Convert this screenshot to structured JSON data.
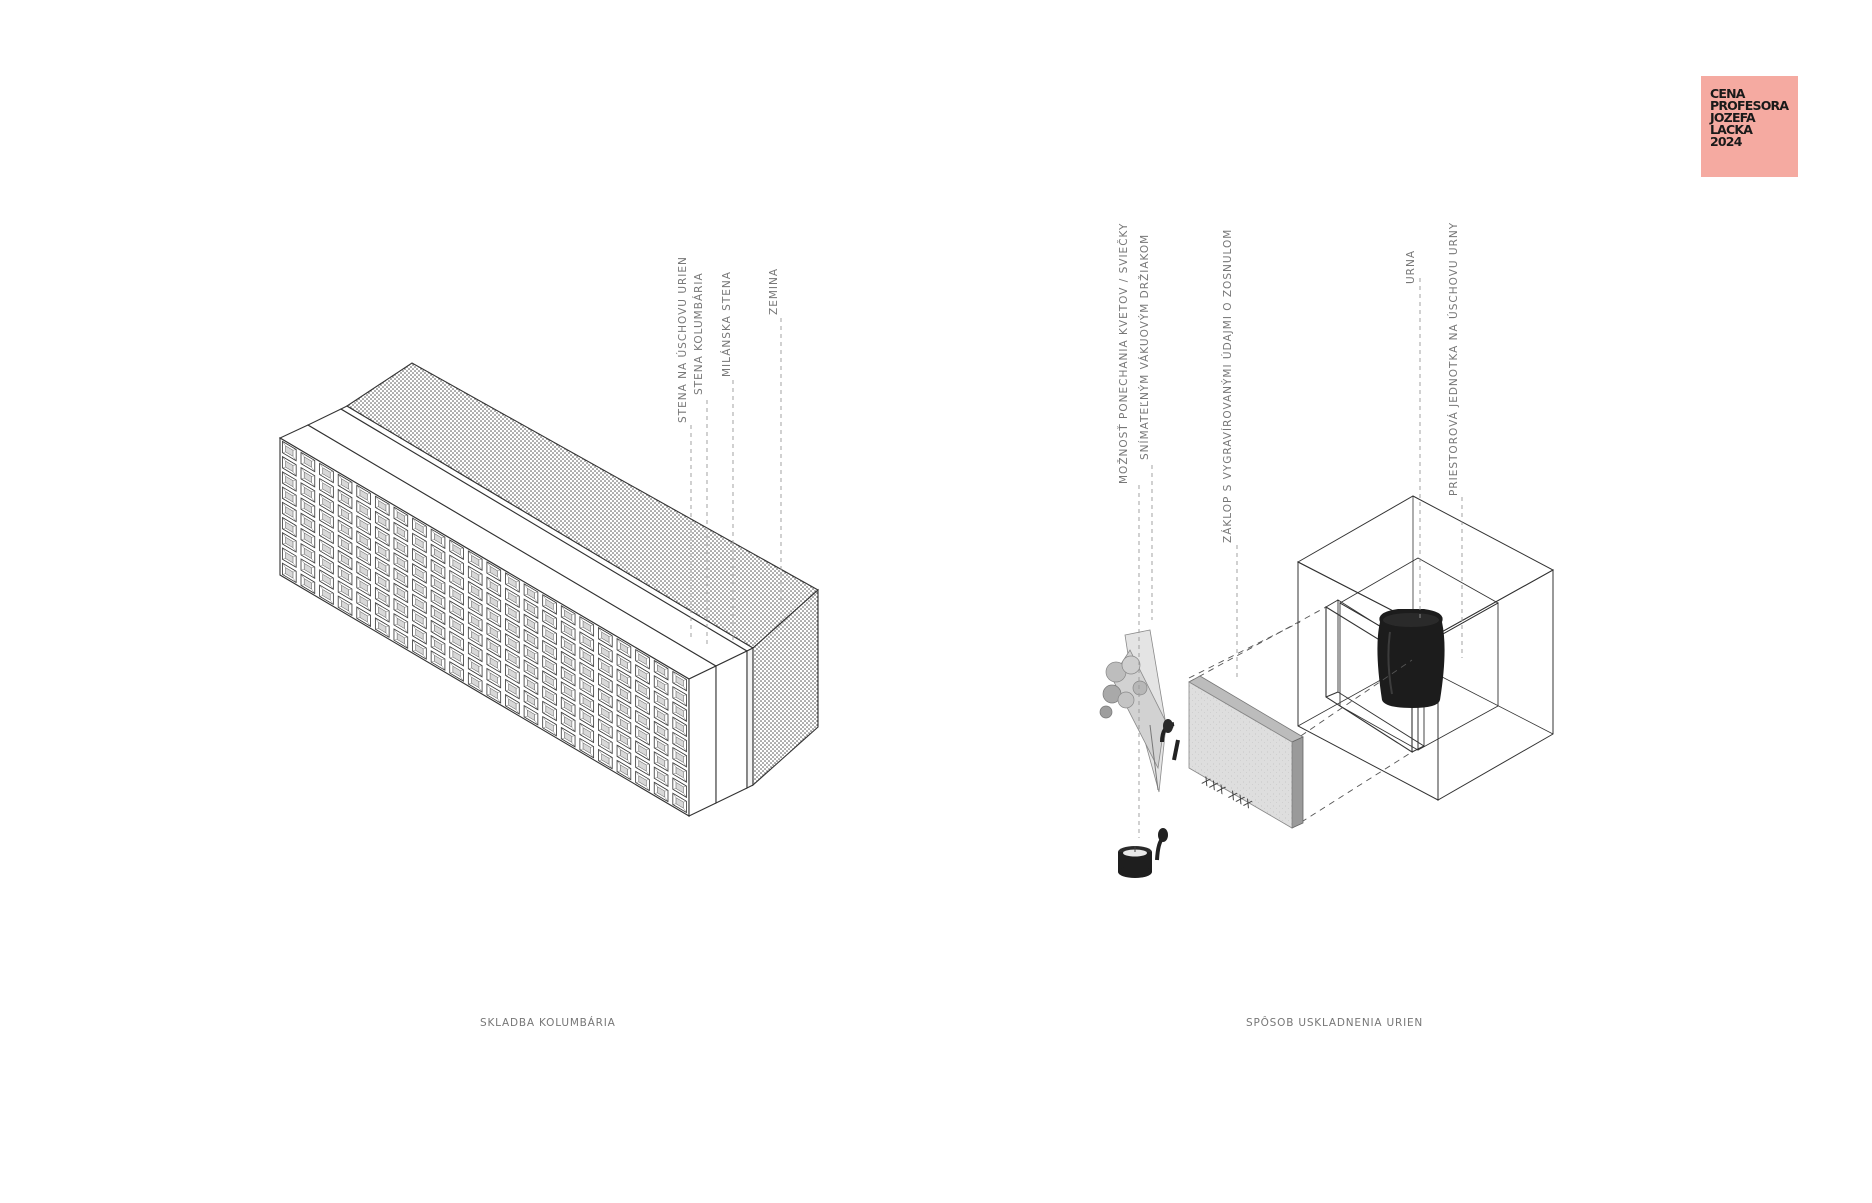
{
  "badge": {
    "lines": [
      "CENA",
      "PROFESORA",
      "JOZEFA",
      "LACKA",
      "2024"
    ]
  },
  "left": {
    "labels": [
      "STENA NA ÚSCHOVU URIEN",
      "STENA KOLUMBÁRIA",
      "MILÁNSKA STENA",
      "ZEMINA"
    ],
    "caption": "SKLADBA KOLUMBÁRIA"
  },
  "right": {
    "labels": [
      "MOŽNOSŤ PONECHANIA KVETOV / SVIEČKY",
      "SNÍMATEĽNÝM VÁKUOVÝM DRŽIAKOM",
      "ZÁKLOP S VYGRAVÍROVANÝMI ÚDAJMI O ZOSNULOM",
      "URNA",
      "PRIESTOROVÁ JEDNOTKA NA ÚSCHOVU URNY"
    ],
    "plaque_text": "XXX XXX",
    "caption": "SPÔSOB USKLADNENIA URIEN"
  },
  "colors": {
    "badge": "#f5aaa1",
    "line": "#333333",
    "label": "#777777",
    "urn": "#1c1c1c",
    "stone": "#dedede"
  },
  "icons": [
    "columbarium-block",
    "flower-bouquet",
    "vacuum-holder-icon",
    "candle-icon",
    "engraved-plaque",
    "urn-icon",
    "storage-unit-cube"
  ]
}
